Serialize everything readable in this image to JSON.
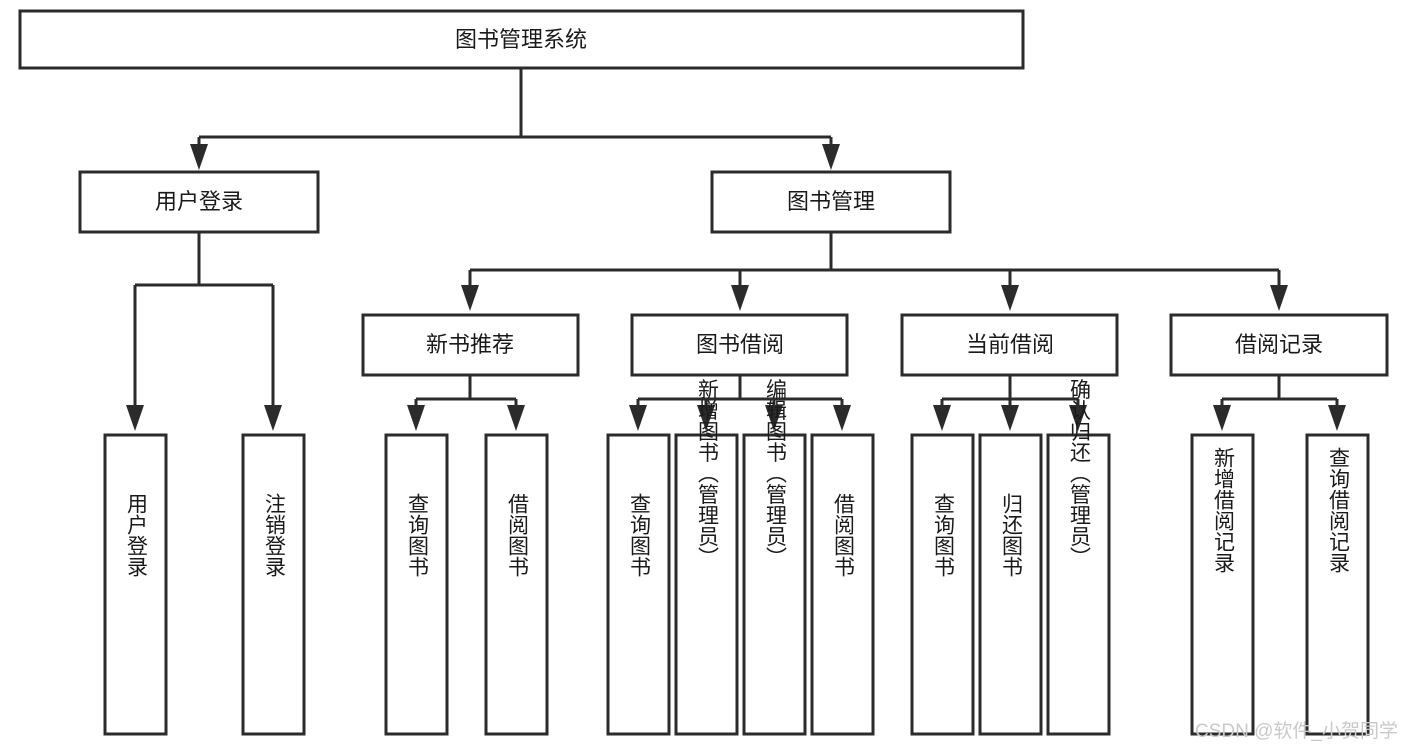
{
  "diagram": {
    "type": "tree-hierarchy-chart",
    "title": "图书管理系统",
    "background_color": "#ffffff",
    "line_color": "#2b2b2b",
    "text_color": "#1a1a1a",
    "levels": 4,
    "root": {
      "id": "root",
      "label": "图书管理系统"
    },
    "level2": [
      {
        "id": "user-login",
        "label": "用户登录"
      },
      {
        "id": "book-management",
        "label": "图书管理"
      }
    ],
    "level3": [
      {
        "id": "new-book-recommend",
        "label": "新书推荐",
        "parent": "book-management"
      },
      {
        "id": "book-borrow",
        "label": "图书借阅",
        "parent": "book-management"
      },
      {
        "id": "current-borrow",
        "label": "当前借阅",
        "parent": "book-management"
      },
      {
        "id": "borrow-record",
        "label": "借阅记录",
        "parent": "book-management"
      }
    ],
    "leaves": {
      "user_login": [
        {
          "id": "leaf-user-login",
          "label": "用户登录"
        },
        {
          "id": "leaf-logout",
          "label": "注销登录"
        }
      ],
      "new_book_recommend": [
        {
          "id": "leaf-query-book-1",
          "label": "查询图书"
        },
        {
          "id": "leaf-borrow-book-1",
          "label": "借阅图书"
        }
      ],
      "book_borrow": [
        {
          "id": "leaf-query-book-2",
          "label": "查询图书"
        },
        {
          "id": "leaf-add-book",
          "label": "新增图书（管理员）"
        },
        {
          "id": "leaf-edit-book",
          "label": "编辑图书（管理员）"
        },
        {
          "id": "leaf-borrow-book-2",
          "label": "借阅图书"
        }
      ],
      "current_borrow": [
        {
          "id": "leaf-query-book-3",
          "label": "查询图书"
        },
        {
          "id": "leaf-return-book",
          "label": "归还图书"
        },
        {
          "id": "leaf-confirm-return",
          "label": "确认归还（管理员）"
        }
      ],
      "borrow_record": [
        {
          "id": "leaf-add-record",
          "label": "新增借阅记录"
        },
        {
          "id": "leaf-query-record",
          "label": "查询借阅记录"
        }
      ]
    }
  },
  "watermark": {
    "text": "CSDN @软件_小贺同学",
    "color": "#c9c9c9"
  }
}
